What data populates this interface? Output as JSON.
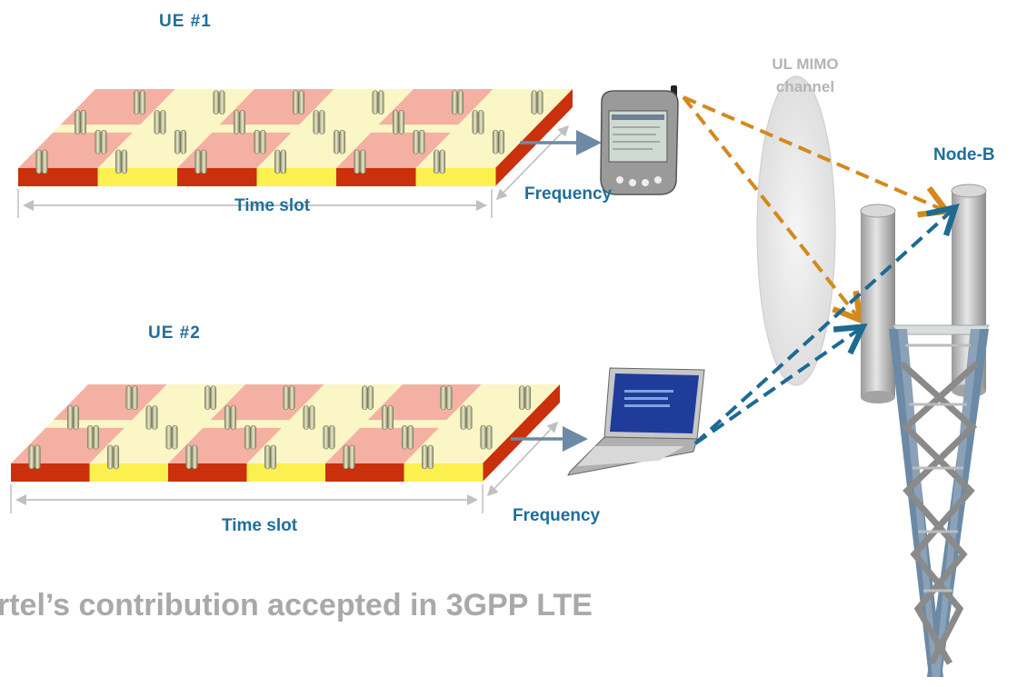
{
  "ue1": {
    "title": "UE #1",
    "time_label": "Time slot",
    "freq_label": "Frequency"
  },
  "ue2": {
    "title": "UE #2",
    "time_label": "Time slot",
    "freq_label": "Frequency"
  },
  "channel": {
    "line1": "UL MIMO",
    "line2": "channel"
  },
  "node": {
    "label": "Node-B"
  },
  "footer": {
    "text": "rtel’s contribution accepted in 3GPP LTE"
  },
  "colors": {
    "red_slot": "#c9300b",
    "yellow_slot": "#fbf04f",
    "pink_top": "#f2a39c",
    "cream_top": "#fbf6c6",
    "ue1_arrow": "#d4891b",
    "ue2_arrow": "#1d6a92",
    "label_blue": "#1f6e9c",
    "tower": "#6c8aa6"
  },
  "icons": {
    "ue1_device": "pda-phone-icon",
    "ue2_device": "laptop-icon",
    "node": "antenna-tower-icon",
    "resource": "pilot-antenna-icon"
  }
}
